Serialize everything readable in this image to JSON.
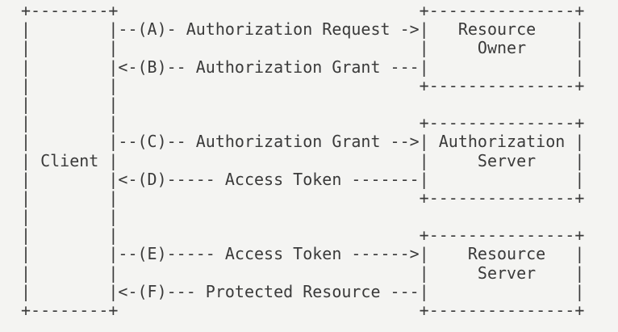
{
  "colors": {
    "background": "#f4f4f2",
    "text": "#3a3a3a"
  },
  "diagram": {
    "type": "ascii-flow-diagram",
    "entities": [
      "Client",
      "Resource Owner",
      "Authorization Server",
      "Resource Server"
    ],
    "steps": [
      {
        "id": "(A)",
        "label": "Authorization Request",
        "from": "Client",
        "to": "Resource Owner"
      },
      {
        "id": "(B)",
        "label": "Authorization Grant",
        "from": "Resource Owner",
        "to": "Client"
      },
      {
        "id": "(C)",
        "label": "Authorization Grant",
        "from": "Client",
        "to": "Authorization Server"
      },
      {
        "id": "(D)",
        "label": "Access Token",
        "from": "Authorization Server",
        "to": "Client"
      },
      {
        "id": "(E)",
        "label": "Access Token",
        "from": "Client",
        "to": "Resource Server"
      },
      {
        "id": "(F)",
        "label": "Protected Resource",
        "from": "Resource Server",
        "to": "Client"
      }
    ],
    "lines": [
      "+--------+                               +---------------+",
      "|        |--(A)- Authorization Request ->|   Resource    |",
      "|        |                               |     Owner     |",
      "|        |<-(B)-- Authorization Grant ---|               |",
      "|        |                               +---------------+",
      "|        |",
      "|        |                               +---------------+",
      "|        |--(C)-- Authorization Grant -->| Authorization |",
      "| Client |                               |     Server    |",
      "|        |<-(D)----- Access Token -------|               |",
      "|        |                               +---------------+",
      "|        |",
      "|        |                               +---------------+",
      "|        |--(E)----- Access Token ------>|    Resource   |",
      "|        |                               |     Server    |",
      "|        |<-(F)--- Protected Resource ---|               |",
      "+--------+                               +---------------+"
    ]
  }
}
